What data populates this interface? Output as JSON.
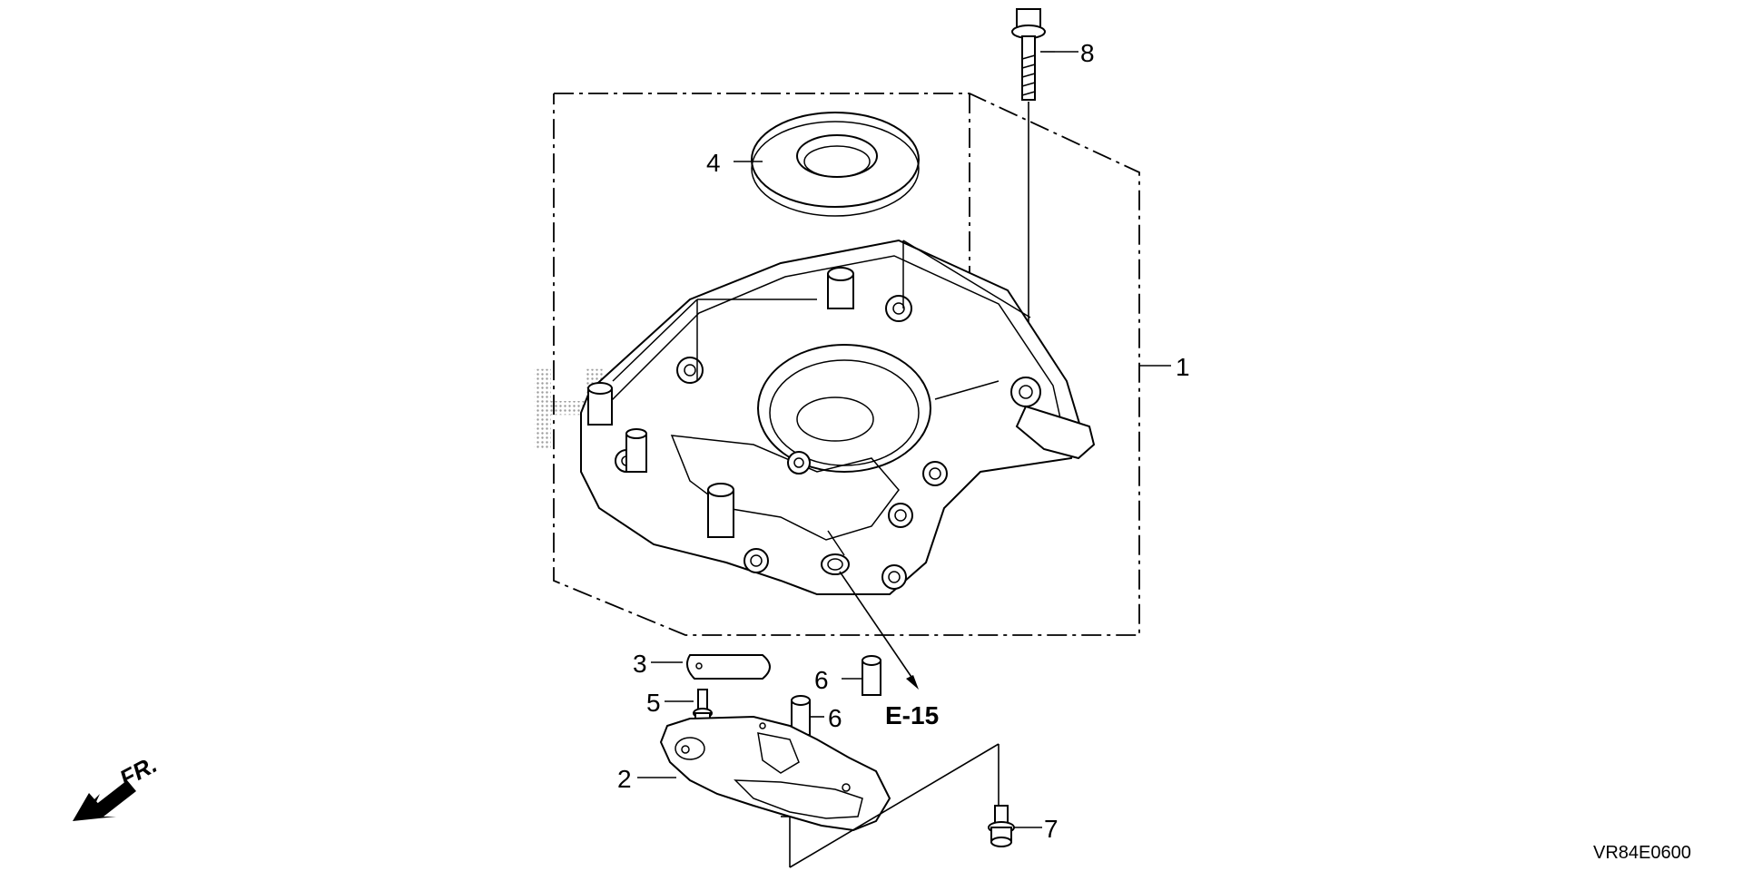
{
  "diagram": {
    "watermark": "HONDA",
    "diagram_code": "VR84E0600",
    "direction_label": "FR.",
    "reference": "E-15",
    "callouts": [
      {
        "id": "1",
        "label": "1"
      },
      {
        "id": "2",
        "label": "2"
      },
      {
        "id": "3",
        "label": "3"
      },
      {
        "id": "4",
        "label": "4"
      },
      {
        "id": "5",
        "label": "5"
      },
      {
        "id": "6a",
        "label": "6"
      },
      {
        "id": "6b",
        "label": "6"
      },
      {
        "id": "7",
        "label": "7"
      },
      {
        "id": "8",
        "label": "8"
      }
    ]
  }
}
